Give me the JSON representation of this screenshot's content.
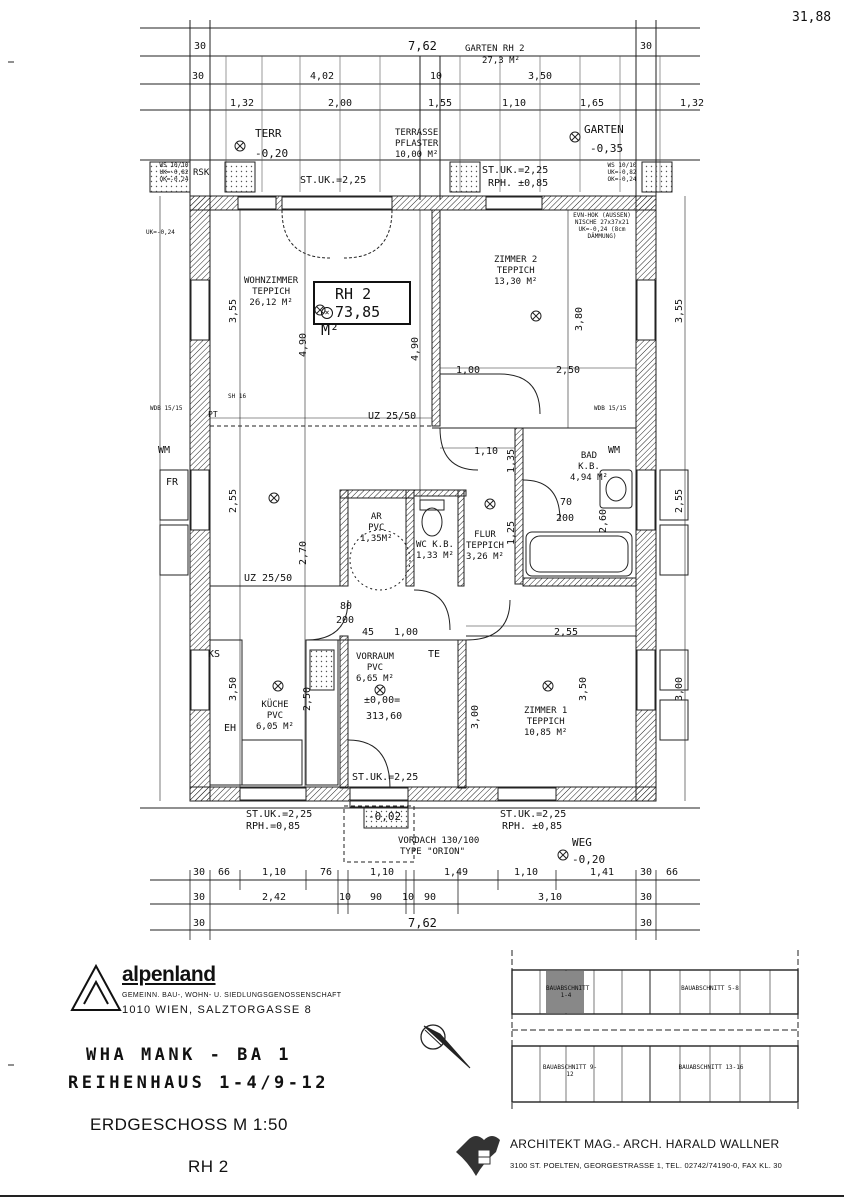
{
  "site": {
    "total_width_top": "31,88",
    "garden_label": "GARTEN RH 2",
    "garden_area": "27,3 M²",
    "terr_label": "TERR",
    "terr_level": "-0,20",
    "terrasse_label": "TERRASSE",
    "terrasse_sub": "PFLASTER",
    "terrasse_area": "10,00 M²",
    "garten_label": "GARTEN",
    "garten_level": "-0,35",
    "st_uk_terr": "ST.UK.=2,25",
    "st_uk_garten": "ST.UK.=2,25",
    "rph_garten": "RPH. ±0,85",
    "rsk": "RSK",
    "uk": "UK=-0,24",
    "ws_note": "WS 10/10 UK=-0,82 OK=-0,24"
  },
  "plan_box": {
    "line1": "RH 2",
    "line2": "73,85 M²"
  },
  "rooms": [
    {
      "name": "WOHNZIMMER",
      "floor": "TEPPICH",
      "area": "26,12 M²"
    },
    {
      "name": "ZIMMER 2",
      "floor": "TEPPICH",
      "area": "13,30 M²"
    },
    {
      "name": "BAD",
      "floor": "K.B.",
      "area": "4,94 M²"
    },
    {
      "name": "AR",
      "floor": "PVC",
      "area": "1,35M²"
    },
    {
      "name": "WC",
      "floor": "K.B.",
      "area": "1,33 M²"
    },
    {
      "name": "FLUR",
      "floor": "TEPPICH",
      "area": "3,26 M²"
    },
    {
      "name": "VORRAUM",
      "floor": "PVC",
      "area": "6,65 M²"
    },
    {
      "name": "KÜCHE",
      "floor": "PVC",
      "area": "6,05 M²"
    },
    {
      "name": "ZIMMER 1",
      "floor": "TEPPICH",
      "area": "10,85 M²"
    }
  ],
  "labels": {
    "level_zero": "±0,00=",
    "level_abs": "313,60",
    "st_uk_entry": "ST.UK.=2,25",
    "st_uk_left": "ST.UK.=2,25",
    "rph_left": "RPH.=0,85",
    "st_uk_right": "ST.UK.=2,25",
    "rph_right": "RPH. ±0,85",
    "entry_level": "-0,02",
    "vordach": "VORDACH 130/100",
    "vordach_type": "TYPE \"ORION\"",
    "weg": "WEG",
    "weg_level": "-0,20",
    "uz_upper": "UZ 25/50",
    "uz_lower": "UZ 25/50",
    "wm_left": "WM",
    "wm_right": "WM",
    "fr": "FR",
    "ks": "KS",
    "eh": "EH",
    "te": "TE",
    "pt": "PT",
    "sh": "SH 16",
    "wdb": "WDB 15/15",
    "evn": "EVN-HOK (AUSSEN) NISCHE 27x37x21 UK=-0,24 (8cm DÄMMUNG)"
  },
  "dims_top": [
    "30",
    "7,62",
    "30",
    "30",
    "4,02",
    "10",
    "3,50",
    "1,32",
    "2,00",
    "1,55",
    "1,10",
    "1,65",
    "1,32"
  ],
  "dims_bottom_row1": [
    "30",
    "66",
    "1,10",
    "76",
    "1,10",
    "1,49",
    "1,10",
    "1,41",
    "30",
    "66"
  ],
  "dims_bottom_row2": [
    "30",
    "2,42",
    "10",
    "90",
    "10",
    "90",
    "3,10",
    "30"
  ],
  "dims_bottom_row3": [
    "30",
    "7,62",
    "30"
  ],
  "dims_inner": [
    "3,55",
    "4,90",
    "4,90",
    "3,80",
    "2,55",
    "2,70",
    "3,55",
    "2,55",
    "3,50",
    "3,50",
    "3,00",
    "2,50",
    "3,00",
    "1,00",
    "2,50",
    "1,00",
    "1,10",
    "2,55",
    "80",
    "200",
    "45",
    "70",
    "200",
    "2,60",
    "1,35",
    "1,25"
  ],
  "company": {
    "brand": "alpenland",
    "subtitle": "GEMEINN. BAU-, WOHN- U. SIEDLUNGSGENOSSENSCHAFT",
    "address": "1010 WIEN, SALZTORGASSE 8"
  },
  "project": {
    "line1": "WHA MANK - BA 1",
    "line2": "REIHENHAUS 1-4/9-12",
    "floor": "ERDGESCHOSS  M 1:50",
    "unit": "RH 2"
  },
  "architect": {
    "name": "ARCHITEKT MAG.- ARCH. HARALD WALLNER",
    "address": "3100 ST. POELTEN, GEORGESTRASSE 1, TEL. 02742/74190-0, FAX KL. 30"
  },
  "key_plan": {
    "top_left": "BAUABSCHNITT 1-4",
    "top_right": "BAUABSCHNITT 5-8",
    "bottom_left": "BAUABSCHNITT 9-12",
    "bottom_right": "BAUABSCHNITT 13-16"
  }
}
